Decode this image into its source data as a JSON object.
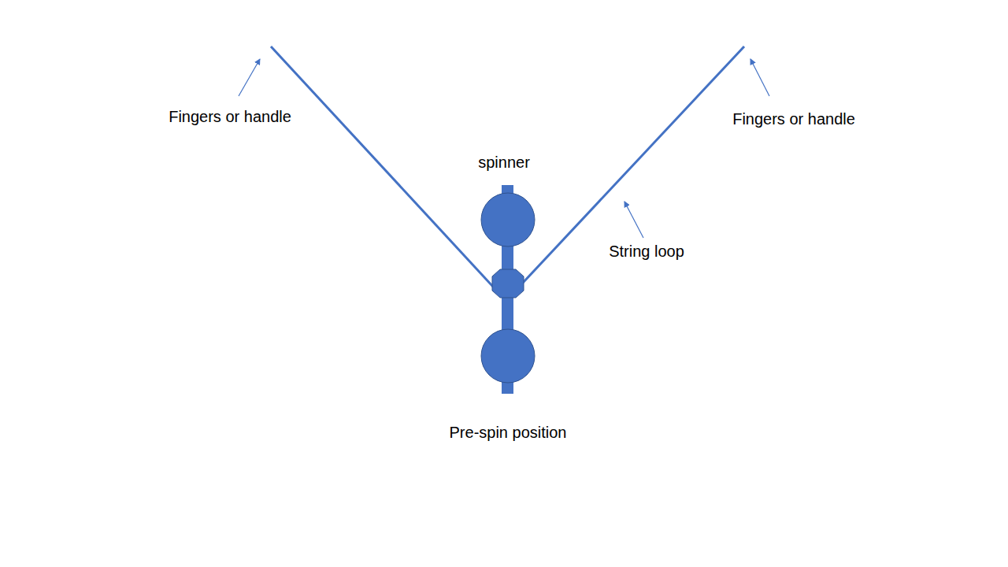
{
  "diagram": {
    "labels": [
      "Fingers or handle",
      "Fingers or handle",
      "spinner",
      "String loop",
      "Pre-spin position"
    ]
  }
}
